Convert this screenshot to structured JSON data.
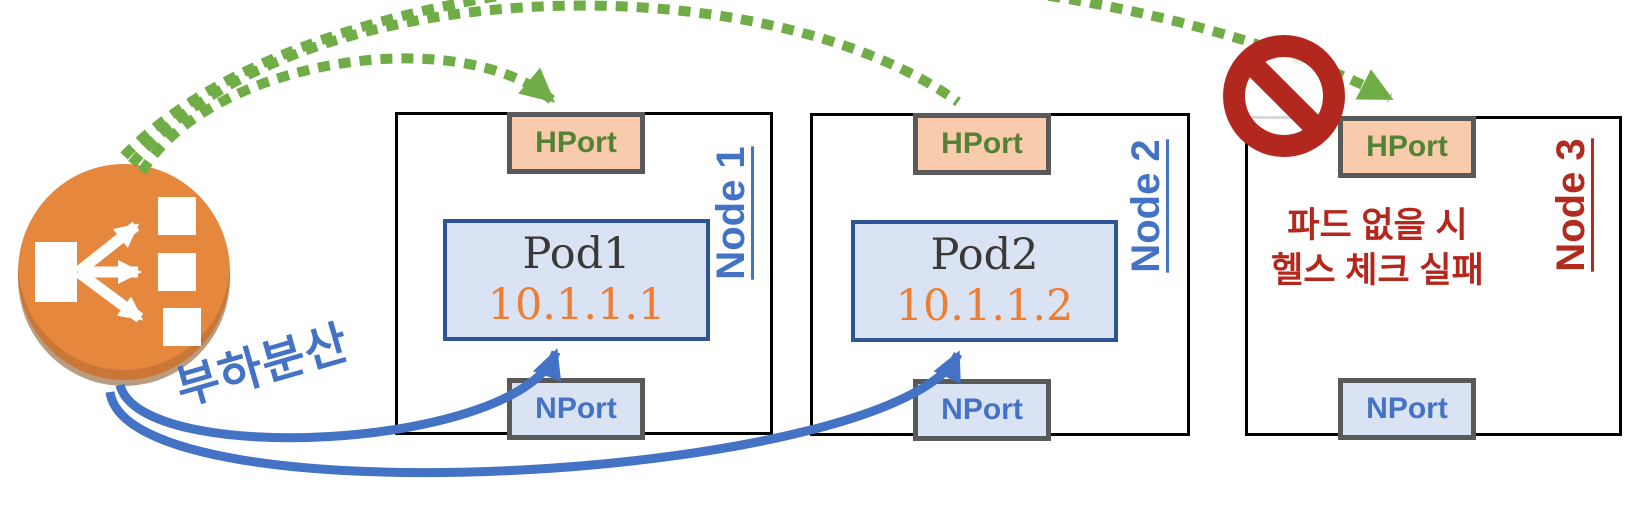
{
  "load_balancer": {
    "icon": "load-balancer-icon",
    "label": "부하분산"
  },
  "nodes": [
    {
      "name": "Node 1",
      "hport_label": "HPort",
      "nport_label": "NPort",
      "pod_name": "Pod1",
      "pod_ip": "10.1.1.1"
    },
    {
      "name": "Node 2",
      "hport_label": "HPort",
      "nport_label": "NPort",
      "pod_name": "Pod2",
      "pod_ip": "10.1.1.2"
    },
    {
      "name": "Node 3",
      "hport_label": "HPort",
      "nport_label": "NPort",
      "warning_line1": "파드 없을 시",
      "warning_line2": "헬스 체크 실패"
    }
  ],
  "colors": {
    "health_check_arrow_green": "#70ad47",
    "traffic_arrow_blue": "#4472c4",
    "load_balancer_fill": "#e6873e",
    "hport_fill": "#f8cbad",
    "hport_text": "#548235",
    "nport_fill": "#dae3f3",
    "nport_text": "#4472c4",
    "pod_fill": "#dae3f3",
    "pod_border": "#2e5496",
    "pod_ip_text": "#ed7d31",
    "node_label_blue": "#4472c4",
    "node_label_red": "#b12b1f",
    "warning_text_red": "#b5271d",
    "prohibition_red": "#b2281e",
    "port_border_gray": "#595959"
  }
}
